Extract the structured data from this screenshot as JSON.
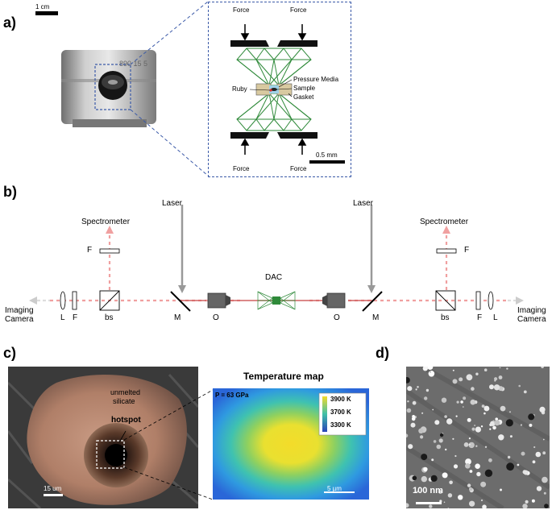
{
  "panels": {
    "a": "a)",
    "b": "b)",
    "c": "c)",
    "d": "d)"
  },
  "panel_a": {
    "scale_bar": "1 cm",
    "engraving": "890 15 5",
    "force_label": "Force",
    "ruby": "Ruby",
    "pressure_media": "Pressure Media",
    "sample": "Sample",
    "gasket": "Gasket",
    "inset_scale": "0.5 mm"
  },
  "panel_b": {
    "laser": "Laser",
    "spectrometer": "Spectrometer",
    "imaging_camera_line1": "Imaging",
    "imaging_camera_line2": "Camera",
    "dac": "DAC",
    "L": "L",
    "F": "F",
    "bs": "bs",
    "M": "M",
    "O": "O"
  },
  "panel_c": {
    "unmelted_line1": "unmelted",
    "unmelted_line2": "silicate",
    "hotspot": "hotspot",
    "scale_bar": "15 um",
    "temp_title": "Temperature map",
    "pressure": "P = 63 GPa",
    "legend": [
      "3900 K",
      "3700 K",
      "3300 K"
    ],
    "temp_scale": "5 µm"
  },
  "panel_d": {
    "scale_bar": "100 nm"
  },
  "colors": {
    "diamond": "#2f8a3a",
    "beam": "#f0a0a0",
    "dashed_inset": "#3b5aa8",
    "mirror_gray": "#999999"
  }
}
